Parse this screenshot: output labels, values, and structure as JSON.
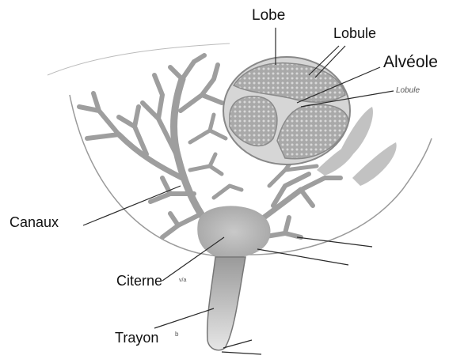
{
  "labels": {
    "lobe": "Lobe",
    "lobule": "Lobule",
    "alveole": "Alvéole",
    "lobule_small": "Lobule",
    "canaux": "Canaux",
    "citerne": "Citerne",
    "trayon": "Trayon"
  },
  "colors": {
    "tissue": "#b9b9b9",
    "tissue_dark": "#8f8f8f",
    "outline": "#8a8a8a",
    "line": "#2a2a2a"
  }
}
